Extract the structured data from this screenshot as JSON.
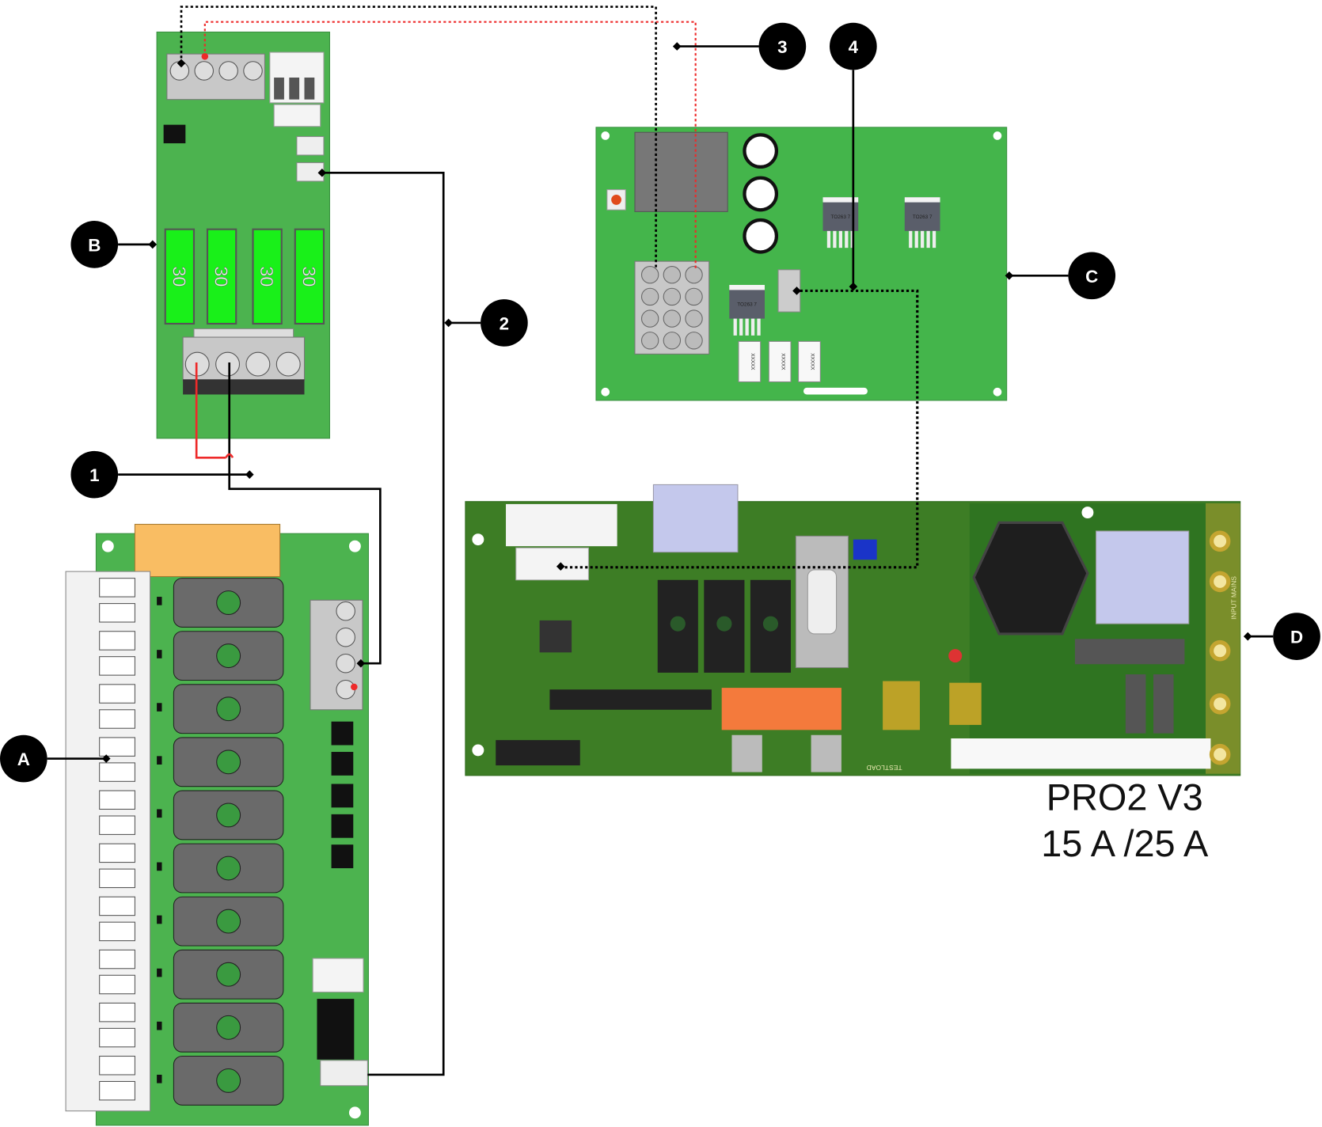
{
  "colors": {
    "board_green": "#4cb34f",
    "board_d_green": "#3d7d25",
    "fuse_green": "#19f019",
    "wire_black": "#000000",
    "wire_red": "#ee2a2a",
    "relay_orange": "#f9bd63",
    "d_relay_orange": "#f47a3c",
    "callout_fill": "#000000"
  },
  "callouts": {
    "a": "A",
    "b": "B",
    "c": "C",
    "d": "D",
    "n1": "1",
    "n2": "2",
    "n3": "3",
    "n4": "4"
  },
  "board_b": {
    "fuses": [
      "30",
      "30",
      "30",
      "30"
    ]
  },
  "board_c": {
    "chips": [
      "TO263 7",
      "TO263 7",
      "TO263 7"
    ],
    "resistors": [
      "XXXXX",
      "XXXXX",
      "XXXXX"
    ]
  },
  "board_d": {
    "silkscreen_mains": "INPUT MAINS",
    "silkscreen_testload": "TESTLOAD"
  },
  "product": {
    "line1": "PRO2 V3",
    "line2": "15 A /25 A"
  }
}
